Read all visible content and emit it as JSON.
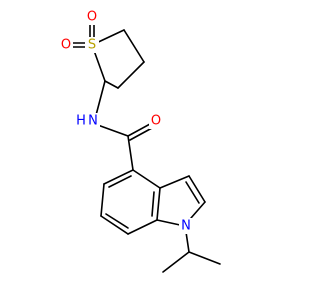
{
  "atoms": {
    "sulfur": {
      "label": "S",
      "color": "#b8a200"
    },
    "oxygen_sulfonyl_left": {
      "label": "O",
      "color": "#ff0000"
    },
    "oxygen_sulfonyl_top": {
      "label": "O",
      "color": "#ff0000"
    },
    "amide_nitrogen": {
      "label": "N",
      "color": "#0000ff"
    },
    "amide_hydrogen": {
      "label": "H",
      "color": "#0000ff"
    },
    "amide_oxygen": {
      "label": "O",
      "color": "#ff0000"
    },
    "indole_nitrogen": {
      "label": "N",
      "color": "#0000ff"
    }
  }
}
